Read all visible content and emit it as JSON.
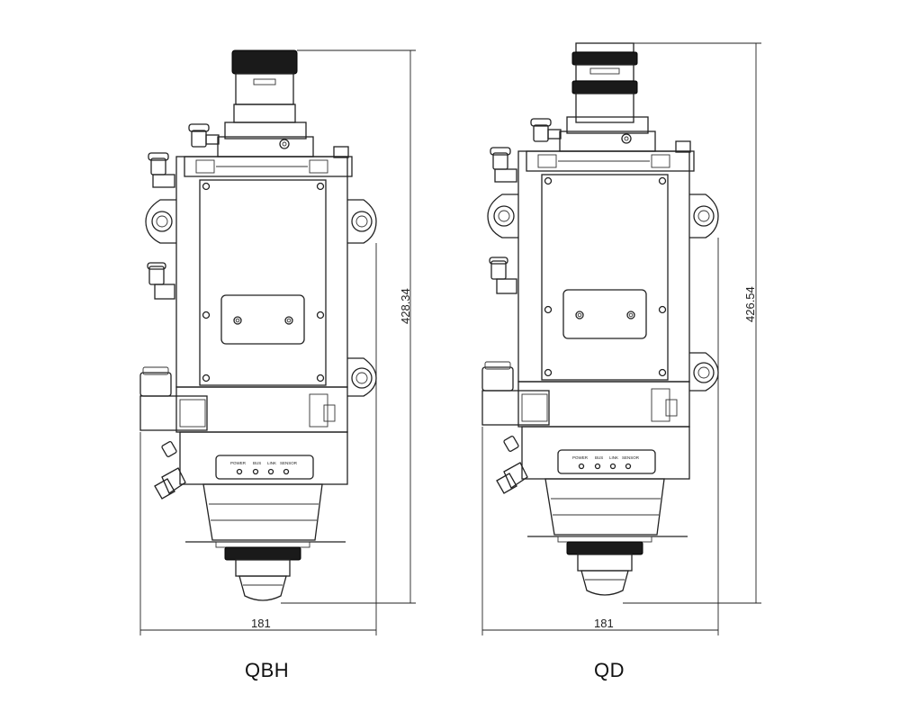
{
  "heads": [
    {
      "name": "QBH",
      "top": "qbh",
      "width_dim": "181",
      "height_dim": "428.34",
      "leds": [
        "POWER",
        "BUS",
        "LINK",
        "SENSOR"
      ]
    },
    {
      "name": "QD",
      "top": "qd",
      "width_dim": "181",
      "height_dim": "426.54",
      "leds": [
        "POWER",
        "BUS",
        "LINK",
        "SENSOR"
      ]
    }
  ]
}
